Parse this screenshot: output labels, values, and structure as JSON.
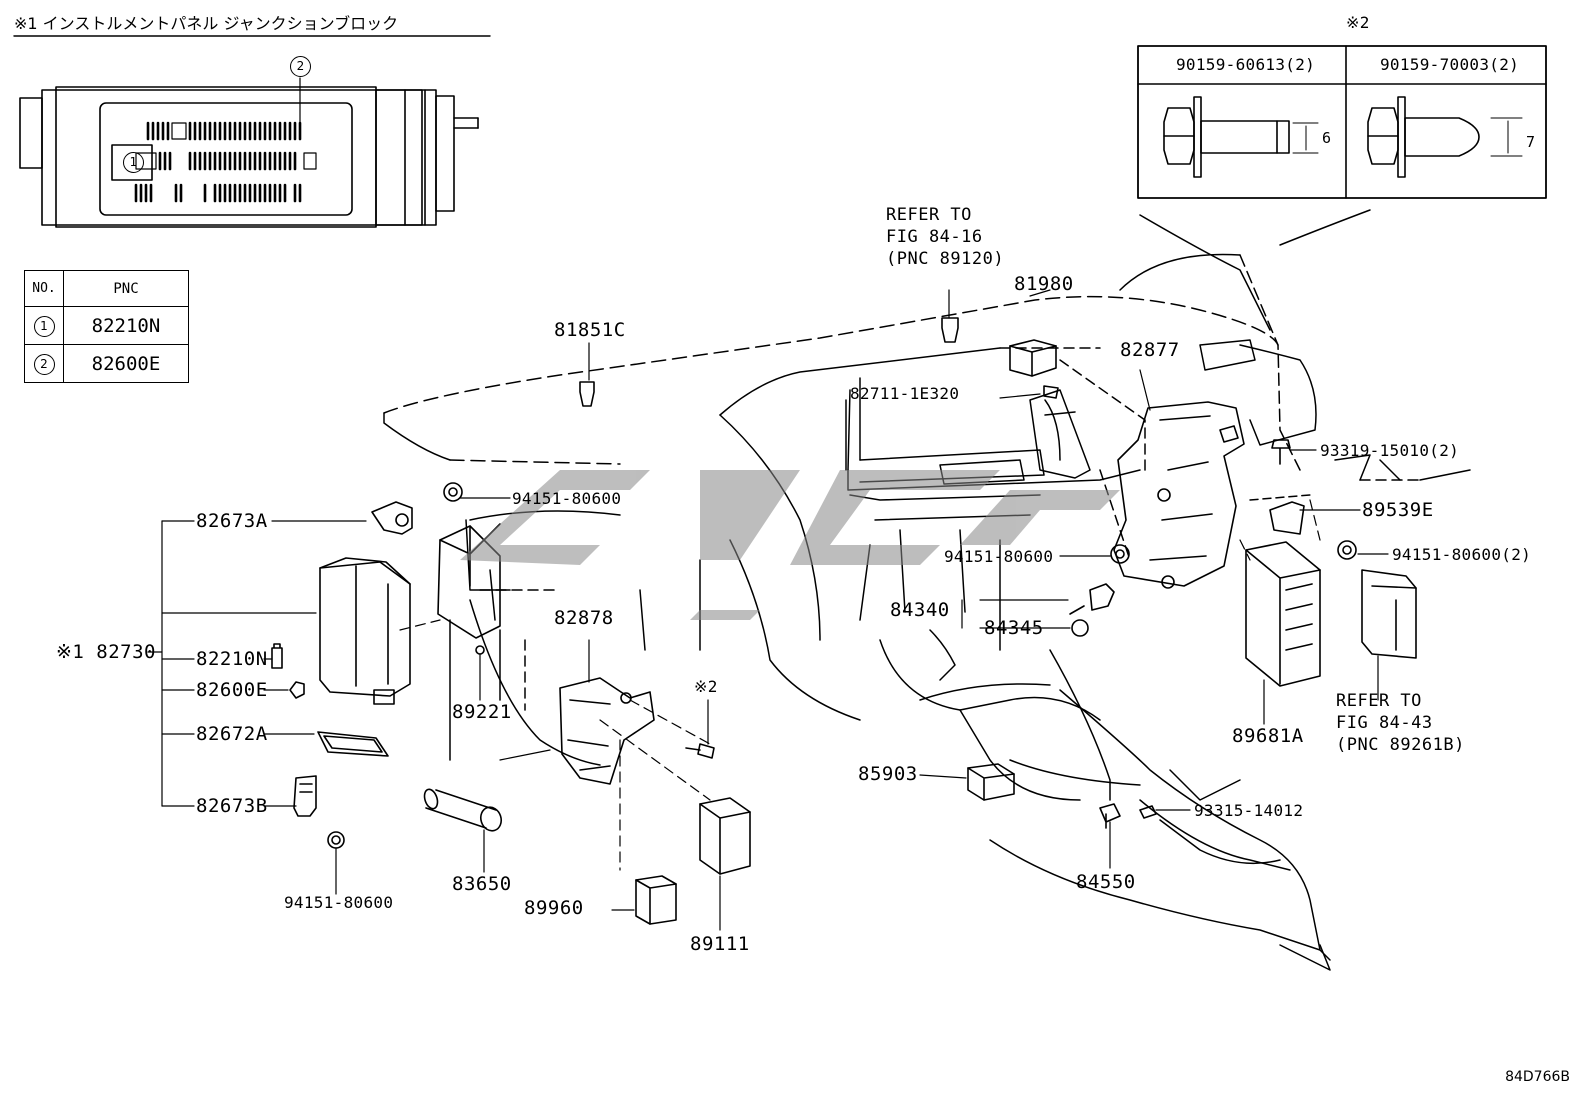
{
  "header": {
    "section_note": "※1 インストルメントパネル ジャンクションブロック",
    "note2_mark": "※2",
    "figure_id": "84D766B"
  },
  "pnc_table": {
    "col_no": "NO.",
    "col_pnc": "PNC",
    "rows": [
      {
        "no": "1",
        "pnc": "82210N"
      },
      {
        "no": "2",
        "pnc": "82600E"
      }
    ]
  },
  "inset": {
    "callout": "2",
    "callout1": "1"
  },
  "bolt_table": {
    "cols": [
      "90159-60613(2)",
      "90159-70003(2)"
    ],
    "dims": [
      "6",
      "7"
    ]
  },
  "labels": {
    "refer1": [
      "REFER TO",
      "FIG 84-16",
      "(PNC 89120)"
    ],
    "refer2": [
      "REFER TO",
      "FIG 84-43",
      "(PNC 89261B)"
    ],
    "p81980": "81980",
    "p81851C": "81851C",
    "p82877": "82877",
    "p82711": "82711-1E320",
    "p93319": "93319-15010(2)",
    "p89539E": "89539E",
    "p94151a": "94151-80600",
    "p94151b": "94151-80600",
    "p94151c": "94151-80600(2)",
    "p94151d": "94151-80600",
    "p82673A": "82673A",
    "p82730": "※1 82730",
    "p82210N": "82210N",
    "p82600E": "82600E",
    "p82672A": "82672A",
    "p82673B": "82673B",
    "p89221": "89221",
    "p82878": "82878",
    "note2": "※2",
    "p84340": "84340",
    "p84345": "84345",
    "p89681A": "89681A",
    "p85903": "85903",
    "p93315": "93315-14012",
    "p84550": "84550",
    "p83650": "83650",
    "p89960": "89960",
    "p89111": "89111"
  }
}
